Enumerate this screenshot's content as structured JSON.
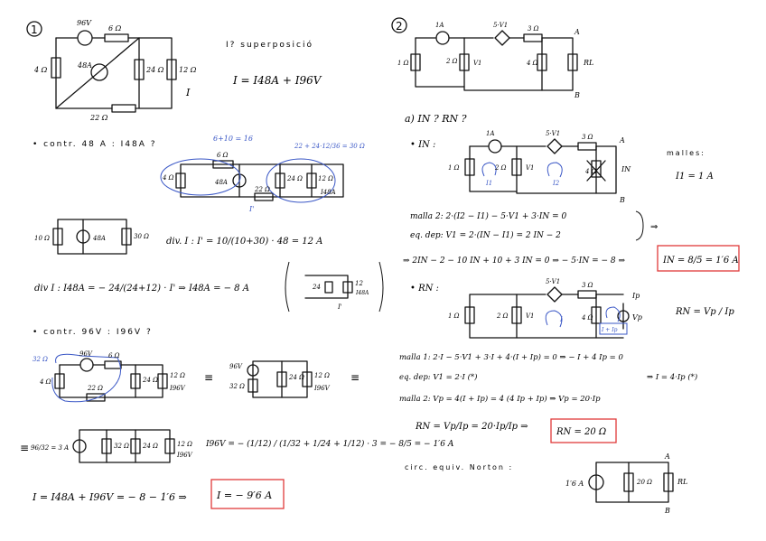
{
  "problem1": {
    "number": "1",
    "circuit": {
      "v96": "96V",
      "r6": "6 Ω",
      "r4": "4 Ω",
      "i48": "48A",
      "r24": "24 Ω",
      "r12": "12 Ω",
      "r22": "22 Ω",
      "out": "I"
    },
    "question": "I? superposició",
    "formula": "I = I48A + I96V",
    "contr48_title": "• contr. 48 A :  I48A ?",
    "blue_top": "6+10 = 16",
    "blue_right": "22 + 24·12/36 = 30 Ω",
    "blue_i": "I'",
    "c2": {
      "r6": "6 Ω",
      "r4": "4 Ω",
      "i48": "48A",
      "r22": "22 Ω",
      "r24": "24 Ω",
      "r12": "12 Ω",
      "out": "I48A"
    },
    "c3": {
      "r10": "10 Ω",
      "i48": "48A",
      "r30": "30 Ω"
    },
    "div1": "div. I :   I' = 10/(10+30) · 48 = 12 A",
    "div2": "div I :   I48A = − 24/(24+12) · I'  ⇒  I48A = − 8 A",
    "mini": {
      "r24": "24",
      "r12": "12",
      "i48": "I48A",
      "i": "I'"
    },
    "contr96_title": "• contr. 96V :  I96V ?",
    "c4": {
      "blue": "32 Ω",
      "v96": "96V",
      "r6": "6 Ω",
      "r4": "4 Ω",
      "r22": "22 Ω",
      "r24": "24 Ω",
      "r12": "12 Ω",
      "out": "I96V"
    },
    "c5": {
      "v96": "96V",
      "r32": "32 Ω",
      "r24": "24 Ω",
      "r12": "12 Ω",
      "out": "I96V"
    },
    "equiv": "≡",
    "c6": {
      "src": "96/32 = 3 A",
      "r32": "32 Ω",
      "r24": "24 Ω",
      "r12": "12 Ω",
      "out": "I96V"
    },
    "i96_formula": "I96V = − (1/12) / (1/32 + 1/24 + 1/12) · 3 = − 8/5 = − 1′6 A",
    "final_left": "I = I48A + I96V = − 8 − 1′6  ⇒",
    "final_boxed": "I = − 9′6 A"
  },
  "problem2": {
    "number": "2",
    "c1": {
      "i1": "1A",
      "dep": "5·V1",
      "r3": "3 Ω",
      "r1": "1 Ω",
      "r2": "2 Ω",
      "v1": "V1",
      "r4": "4 Ω",
      "rl": "RL",
      "a": "A",
      "b": "B"
    },
    "part_a": "a)  IN ?   RN ?",
    "in_label": "• IN :",
    "c2": {
      "i1": "1A",
      "dep": "5·V1",
      "r3": "3 Ω",
      "r1": "1 Ω",
      "r2": "2 Ω",
      "v1": "V1",
      "r4": "4 Ω",
      "in": "IN",
      "a": "A",
      "b": "B",
      "ii": "I1",
      "iii": "I2"
    },
    "malles": "malles:",
    "i1eq": "I1 = 1 A",
    "malla2": "malla 2:       2·(I2 − I1) − 5·V1 + 3·IN = 0",
    "eqdep1": "eq. dep:    V1 = 2·(IN − I1) = 2 IN − 2",
    "arrow": "⇒",
    "result_line": "⇒ 2IN − 2 − 10 IN + 10 + 3 IN = 0   ⇒   − 5·IN = − 8   ⇒",
    "in_boxed": "IN = 8/5 = 1′6 A",
    "rn_label": "• RN :",
    "c3": {
      "dep": "5·V1",
      "r3": "3 Ω",
      "r1": "1 Ω",
      "r2": "2 Ω",
      "v1": "V1",
      "r4": "4 Ω",
      "ip": "Ip",
      "vp": "Vp",
      "i": "I",
      "iip": "I + Ip"
    },
    "rn_formula": "RN = Vp / Ip",
    "malla1": "malla 1:   2·I − 5·V1 + 3·I + 4·(I + Ip) = 0   ⇒   − I + 4 Ip = 0",
    "eqdep2": "eq. dep:    V1 = 2·I                              (*)",
    "implies": "⇒  I = 4·Ip  (*)",
    "malla2b": "malla 2:    Vp = 4(I + Ip)  =  4 (4 Ip + Ip)  ⇒  Vp = 20·Ip",
    "rn_calc": "RN = Vp/Ip = 20·Ip/Ip  ⇒",
    "rn_boxed": "RN = 20 Ω",
    "norton_title": "circ. equiv. Norton :",
    "norton": {
      "src": "1′6 A",
      "r20": "20 Ω",
      "rl": "RL",
      "a": "A",
      "b": "B"
    }
  }
}
